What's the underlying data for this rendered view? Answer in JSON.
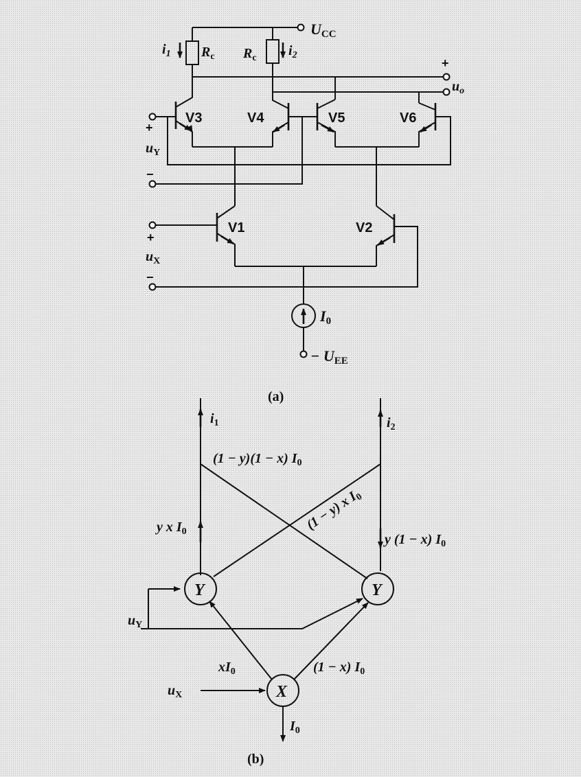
{
  "figure_a": {
    "caption": "(a)",
    "labels": {
      "ucc": "U",
      "ucc_sub": "CC",
      "uee": "− U",
      "uee_sub": "EE",
      "i1": "i",
      "i1_sub": "1",
      "i2": "i",
      "i2_sub": "2",
      "rc_left": "R",
      "rc_left_sub": "c",
      "rc_right": "R",
      "rc_right_sub": "c",
      "uo": "u",
      "uo_sub": "o",
      "uy": "u",
      "uy_sub": "Y",
      "ux": "u",
      "ux_sub": "X",
      "i0": "I",
      "i0_sub": "0",
      "plus": "+",
      "minus": "−"
    },
    "transistors": [
      "V3",
      "V4",
      "V5",
      "V6",
      "V1",
      "V2"
    ]
  },
  "figure_b": {
    "caption": "(b)",
    "nodes": {
      "y_left": "Y",
      "y_right": "Y",
      "x": "X"
    },
    "labels": {
      "i1": "i",
      "i1_sub": "1",
      "i2": "i",
      "i2_sub": "2",
      "cross_top": "(1 − y)(1 − x) I",
      "cross_top_sub": "0",
      "cross_diag": "(1 − y) x I",
      "cross_diag_sub": "0",
      "left_branch": "y x I",
      "left_branch_sub": "0",
      "right_branch": "y (1 − x) I",
      "right_branch_sub": "0",
      "x_left": "xI",
      "x_left_sub": "0",
      "x_right": "(1 − x) I",
      "x_right_sub": "0",
      "uy": "u",
      "uy_sub": "Y",
      "ux": "u",
      "ux_sub": "X",
      "i0": "I",
      "i0_sub": "0"
    }
  }
}
